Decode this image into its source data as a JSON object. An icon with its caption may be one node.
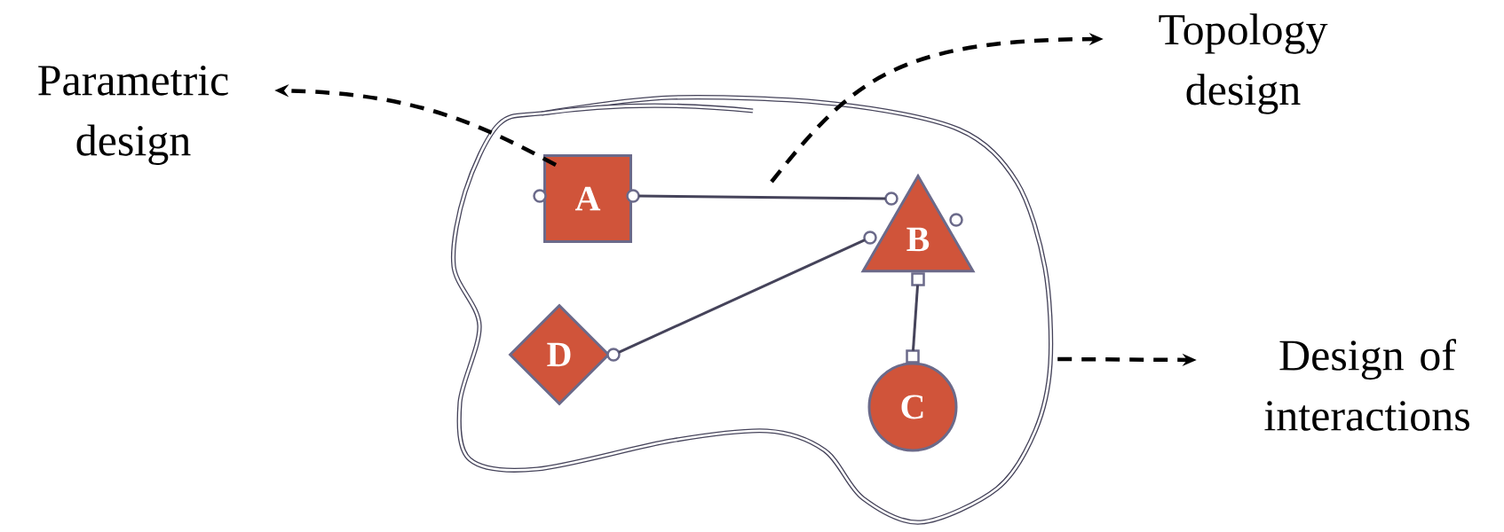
{
  "diagram": {
    "nodes": [
      {
        "text": [],
        "shape": "blob"
      },
      {
        "text": [
          "A"
        ],
        "in": 0
      },
      {
        "text": [
          "B"
        ],
        "in": 0
      },
      {
        "text": [
          "D"
        ],
        "in": 0
      },
      {
        "text": [
          "C"
        ],
        "in": 0
      },
      {
        "text": [
          "Parametric design"
        ]
      },
      {
        "text": [
          "Topology design"
        ]
      },
      {
        "text": [
          "Design of interactions"
        ]
      }
    ],
    "edges": [
      {
        "from": 1,
        "to": 2,
        "arrow": "none"
      },
      {
        "from": 3,
        "to": 2,
        "arrow": "none"
      },
      {
        "from": 2,
        "to": 4,
        "arrow": "none"
      },
      {
        "from": 1,
        "to": 5,
        "arrow": "to",
        "style": "dashed",
        "color": "#000000"
      },
      {
        "from": null,
        "to": 6,
        "arrow": "to",
        "style": "dashed",
        "color": "#000000"
      },
      {
        "from": 0,
        "to": 7,
        "arrow": "to",
        "style": "dashed",
        "color": "#000000"
      }
    ]
  }
}
